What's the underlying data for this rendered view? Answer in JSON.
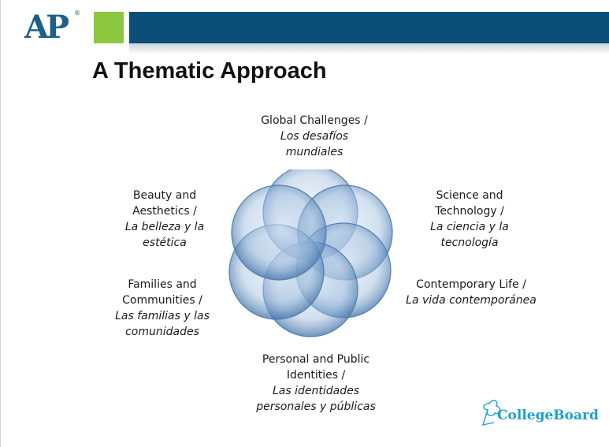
{
  "brand": {
    "ap_logo": "AP",
    "ap_trademark": "®",
    "collegeboard_logo": "CollegeBoard"
  },
  "slide": {
    "title": "A Thematic Approach"
  },
  "themes": [
    {
      "en": "Global Challenges /",
      "es": "Los desafíos mundiales"
    },
    {
      "en": "Science and Technology /",
      "es": "La ciencia y la tecnología"
    },
    {
      "en": "Contemporary Life /",
      "es": "La vida contemporánea"
    },
    {
      "en": "Personal and Public Identities /",
      "es": "Las identidades personales y públicas"
    },
    {
      "en": "Families and Communities /",
      "es": "Las familias y las comunidades"
    },
    {
      "en": "Beauty and Aesthetics /",
      "es": "La belleza y la estética"
    }
  ],
  "colors": {
    "ap_blue": "#1f5f87",
    "accent_green": "#8dc63f",
    "header_navy": "#0b4e78",
    "circle_blue": "#3e6fa6",
    "collegeboard_blue": "#1b9fce"
  }
}
